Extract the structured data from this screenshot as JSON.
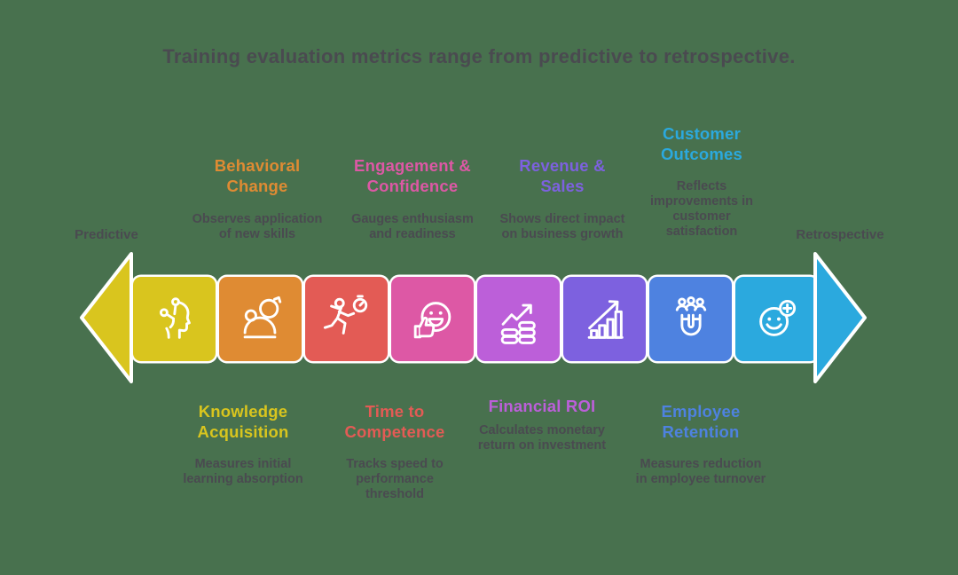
{
  "background_color": "#48714E",
  "text_color": "#4A4A50",
  "title": "Training evaluation metrics range from predictive to retrospective.",
  "timeline": {
    "left_label": "Predictive",
    "right_label": "Retrospective",
    "left_arrow_color": "#D9C51E",
    "right_arrow_color": "#2BA9DE",
    "outline_color": "#FFFFFF"
  },
  "metrics": [
    {
      "id": "knowledge-acquisition",
      "name": "Knowledge\nAcquisition",
      "description": "Measures initial\nlearning absorption",
      "color": "#D9C51E",
      "position": "below",
      "icon": "head-neurons-icon"
    },
    {
      "id": "behavioral-change",
      "name": "Behavioral\nChange",
      "description": "Observes application\nof new skills",
      "color": "#DF8B33",
      "position": "above",
      "icon": "person-ball-icon"
    },
    {
      "id": "time-to-competence",
      "name": "Time to\nCompetence",
      "description": "Tracks speed to\nperformance\nthreshold",
      "color": "#E35B55",
      "position": "below",
      "icon": "runner-stopwatch-icon"
    },
    {
      "id": "engagement-confidence",
      "name": "Engagement &\nConfidence",
      "description": "Gauges enthusiasm\nand readiness",
      "color": "#DD58A5",
      "position": "above",
      "icon": "smiley-thumbs-up-icon"
    },
    {
      "id": "financial-roi",
      "name": "Financial ROI",
      "description": "Calculates monetary\nreturn on investment",
      "color": "#BC5FD9",
      "position": "below",
      "icon": "coins-growth-arrow-icon"
    },
    {
      "id": "revenue-sales",
      "name": "Revenue &\nSales",
      "description": "Shows direct impact\non business growth",
      "color": "#7D61DF",
      "position": "above",
      "icon": "bar-chart-arrow-icon"
    },
    {
      "id": "employee-retention",
      "name": "Employee\nRetention",
      "description": "Measures reduction\nin employee turnover",
      "color": "#4E82E0",
      "position": "below",
      "icon": "magnet-people-icon"
    },
    {
      "id": "customer-outcomes",
      "name": "Customer\nOutcomes",
      "description": "Reflects\nimprovements in\ncustomer\nsatisfaction",
      "color": "#2BA9DE",
      "position": "above",
      "icon": "smiley-plus-icon"
    }
  ]
}
